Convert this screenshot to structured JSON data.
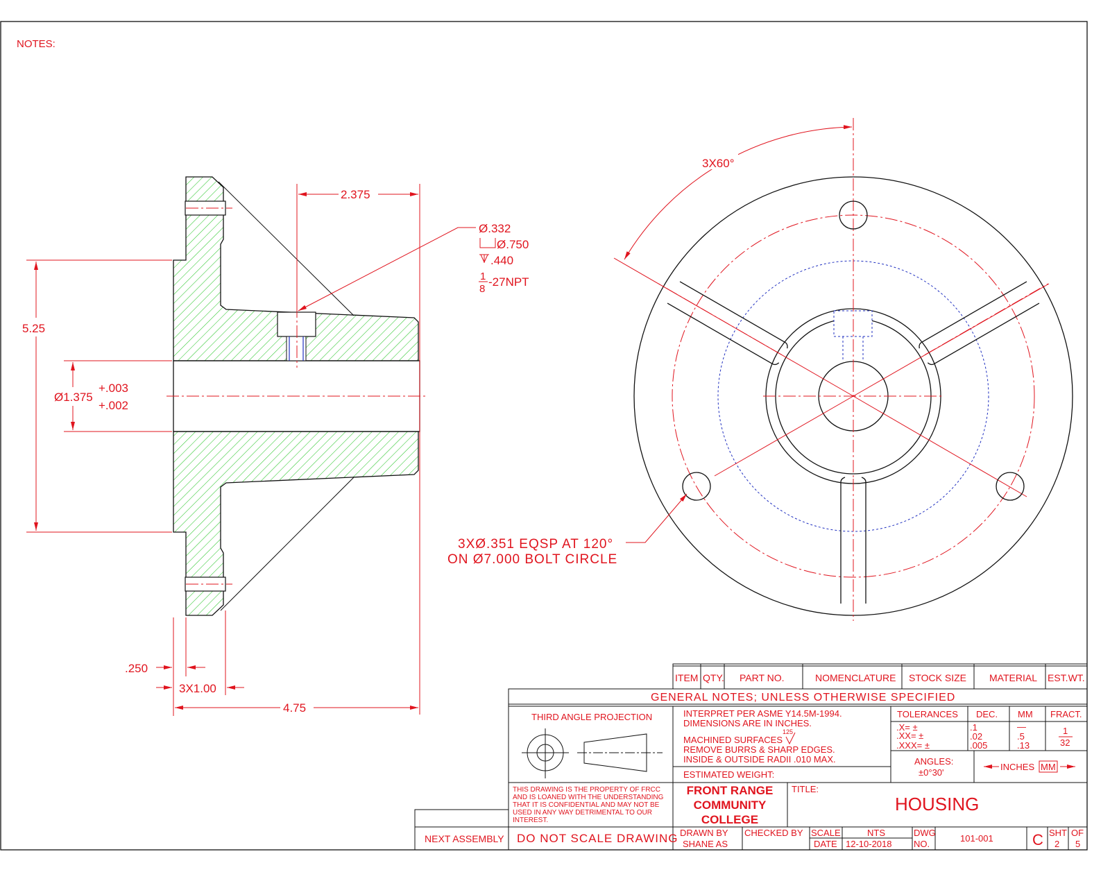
{
  "notes_label": "NOTES:",
  "section_view": {
    "dim_2375": "2.375",
    "dim_525": "5.25",
    "dim_bore": "Ø1.375",
    "tol_plus": "+.003",
    "tol_minus": "+.002",
    "dim_250": ".250",
    "dim_3x100": "3X1.00",
    "dim_475": "4.75",
    "hole_callout": [
      "Ø.332",
      "Ø.750",
      ".440",
      "-27NPT"
    ],
    "npt_frac_num": "1",
    "npt_frac_den": "8"
  },
  "front_view": {
    "angle_dim": "3X60°",
    "bolt_callout_1": "3XØ.351 EQSP AT 120°",
    "bolt_callout_2": "ON Ø7.000 BOLT CIRCLE"
  },
  "parts_list": {
    "headers": [
      "ITEM",
      "QTY.",
      "PART NO.",
      "NOMENCLATURE",
      "STOCK SIZE",
      "MATERIAL",
      "EST.WT."
    ]
  },
  "title_block": {
    "general_notes": "GENERAL NOTES; UNLESS OTHERWISE SPECIFIED",
    "projection": "THIRD ANGLE PROJECTION",
    "notes": [
      "INTERPRET PER ASME Y14.5M-1994.",
      "DIMENSIONS ARE IN INCHES.",
      "MACHINED SURFACES",
      "REMOVE BURRS & SHARP EDGES.",
      "INSIDE & OUTSIDE RADII .010 MAX."
    ],
    "surface_finish": "125",
    "estimated_weight": "ESTIMATED WEIGHT:",
    "tolerances": {
      "headers": [
        "TOLERANCES",
        "DEC.",
        "MM",
        "FRACT."
      ],
      "labels": [
        ".X= ±",
        ".XX= ±",
        ".XXX= ±"
      ],
      "dec": [
        ".1",
        ".02",
        ".005"
      ],
      "mm": [
        "—",
        ".5",
        ".13"
      ],
      "fract_num": "1",
      "fract_den": "32",
      "angles_label": "ANGLES:",
      "angles_value": "±0°30'",
      "units": "INCHES",
      "units_mm": "MM"
    },
    "property": [
      "THIS DRAWING IS THE PROPERTY OF FRCC",
      "AND IS LOANED WITH THE UNDERSTANDING",
      "THAT IT IS CONFIDENTIAL AND MAY NOT BE",
      "USED IN ANY WAY DETRIMENTAL TO OUR",
      "INTEREST."
    ],
    "school": [
      "FRONT RANGE",
      "COMMUNITY",
      "COLLEGE"
    ],
    "title_label": "TITLE:",
    "title": "HOUSING",
    "next_assembly": "NEXT ASSEMBLY",
    "do_not_scale": "DO NOT SCALE DRAWING",
    "drawn_by_label": "DRAWN BY",
    "drawn_by": "SHANE AS",
    "checked_by_label": "CHECKED BY",
    "scale_label": "SCALE",
    "scale": "NTS",
    "date_label": "DATE",
    "date": "12-10-2018",
    "dwg_label_1": "DWG",
    "dwg_label_2": "NO.",
    "dwg_no": "101-001",
    "size": "C",
    "sht_label": "SHT",
    "sht": "2",
    "of_label": "OF",
    "of": "5"
  }
}
